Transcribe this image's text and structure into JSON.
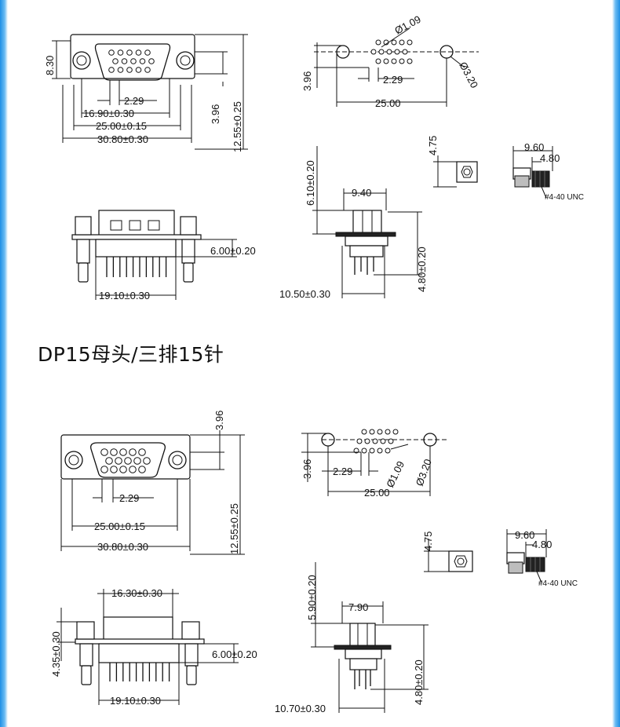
{
  "title": "DP15母头/三排15针",
  "top": {
    "front": {
      "h830": "8.30",
      "d229": "2.29",
      "d1690": "16.90±0.30",
      "d2500": "25.00±0.15",
      "d3080": "30.80±0.30",
      "d396": "3.96",
      "d1255": "12.55±0.25"
    },
    "pcb": {
      "d109": "Ø1.09",
      "d396": "3.96",
      "d229": "2.29",
      "d2500": "25.00",
      "d320": "Ø3.20"
    },
    "side": {
      "d600": "6.00±0.20",
      "d1910": "19.10±0.30"
    },
    "profile": {
      "d610": "6.10±0.20",
      "d940": "9.40",
      "d480": "4.80±0.20",
      "d1050": "10.50±0.30"
    },
    "nut": {
      "d475": "4.75"
    },
    "screw": {
      "d960": "9.60",
      "d480": "4.80",
      "thread": "#4-40 UNC"
    }
  },
  "bottom": {
    "front": {
      "d396": "3.96",
      "d229": "2.29",
      "d2500": "25.00±0.15",
      "d3080": "30.80±0.30",
      "d1255": "12.55±0.25"
    },
    "pcb": {
      "d396": "3.96",
      "d229": "2.29",
      "d109": "Ø1.09",
      "d320": "Ø3.20",
      "d2500": "25.00"
    },
    "side": {
      "d1630": "16.30±0.30",
      "d435": "4.35±0.30",
      "d600": "6.00±0.20",
      "d1910": "19.10±0.30"
    },
    "profile": {
      "d590": "5.90±0.20",
      "d790": "7.90",
      "d480": "4.80±0.20",
      "d1070": "10.70±0.30"
    },
    "nut": {
      "d475": "4.75"
    },
    "screw": {
      "d960": "9.60",
      "d480": "4.80",
      "thread": "#4-40 UNC"
    }
  }
}
